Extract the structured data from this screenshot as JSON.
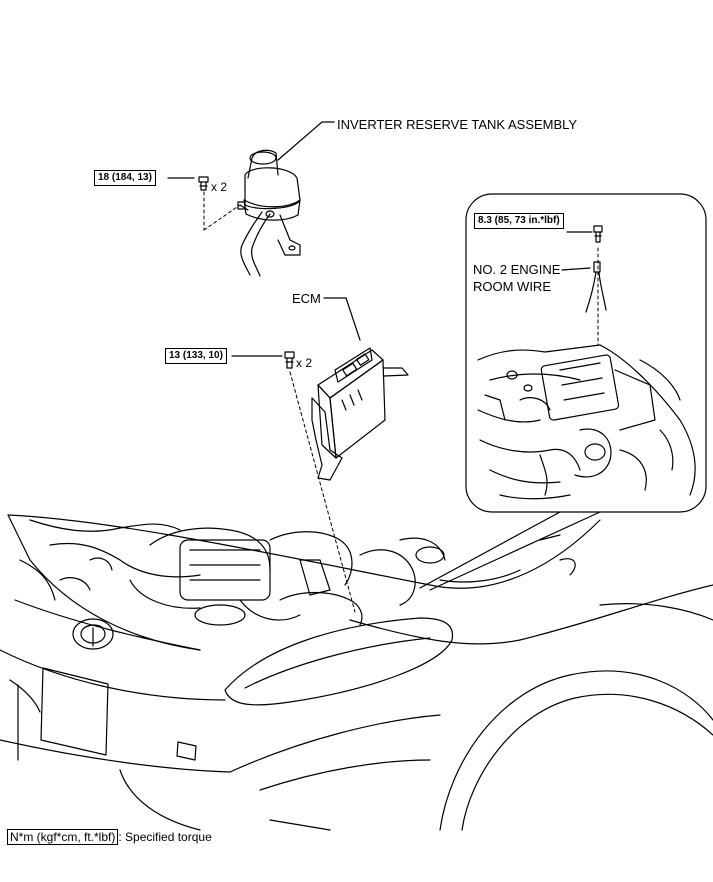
{
  "labels": {
    "inverter_tank": "INVERTER RESERVE TANK ASSEMBLY",
    "ecm": "ECM",
    "wire_line1": "NO. 2 ENGINE",
    "wire_line2": "ROOM WIRE"
  },
  "torques": {
    "tank_bolt": "18 (184, 13)",
    "ecm_bolt": "13 (133, 10)",
    "wire_bolt": "8.3 (85, 73 in.*lbf)"
  },
  "quantities": {
    "tank_bolt": "x 2",
    "ecm_bolt": "x 2"
  },
  "legend": {
    "unit": "N*m (kgf*cm, ft.*lbf)",
    "text": ": Specified torque"
  }
}
